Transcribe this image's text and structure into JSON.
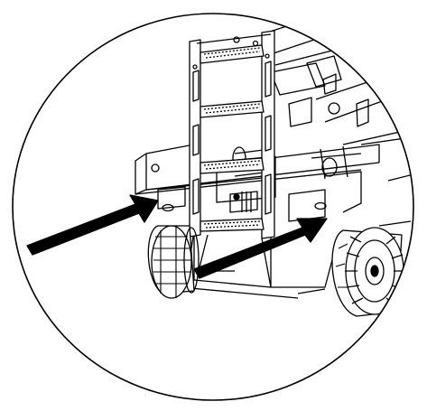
{
  "figure": {
    "description_visible_text": "",
    "colors": {
      "ink": "#000000",
      "paper": "#ffffff",
      "wheel_fill": "#f2f2f2"
    },
    "elements": [
      "circular-detail-frame",
      "ladder-step-assembly",
      "rear-chassis-frame",
      "left-wheel",
      "right-wheel",
      "left-callout-arrow",
      "right-callout-arrow"
    ]
  }
}
